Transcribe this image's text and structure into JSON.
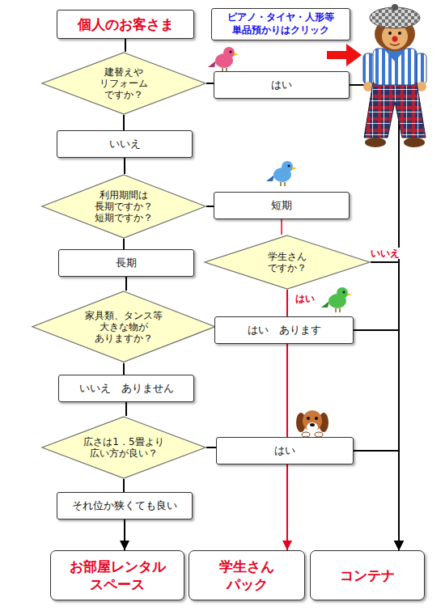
{
  "diagram": {
    "nodes": [
      {
        "text": [
          "個人のお客さま"
        ]
      },
      {
        "text": [
          "ピアノ・タイヤ・人形等 単品預かりはクリック"
        ]
      },
      {
        "text": [
          "建替えや リフォーム ですか？"
        ]
      },
      {
        "text": [
          "はい"
        ]
      },
      {
        "text": [
          "いいえ"
        ]
      },
      {
        "text": [
          "利用期間は 長期ですか？ 短期ですか？"
        ]
      },
      {
        "text": [
          "短期"
        ]
      },
      {
        "text": [
          "長期"
        ]
      },
      {
        "text": [
          "学生さん ですか？"
        ]
      },
      {
        "text": [
          "家具類、タンス等 大きな物が ありますか？"
        ]
      },
      {
        "text": [
          "はい　あります"
        ]
      },
      {
        "text": [
          "いいえ　ありません"
        ]
      },
      {
        "text": [
          "広さは1．5畳より 広い方が良い？"
        ]
      },
      {
        "text": [
          "はい"
        ]
      },
      {
        "text": [
          "それ位か狭くても良い"
        ]
      },
      {
        "text": [
          "お部屋レンタル スペース"
        ]
      },
      {
        "text": [
          "学生さん パック"
        ]
      },
      {
        "text": [
          "コンテナ"
        ]
      }
    ],
    "edges": [
      {
        "from": 0,
        "to": 2,
        "arrow": "none"
      },
      {
        "from": 2,
        "to": 3,
        "arrow": "none"
      },
      {
        "from": 3,
        "to": 17,
        "arrow": "to"
      },
      {
        "from": 2,
        "to": 4,
        "arrow": "none"
      },
      {
        "from": 4,
        "to": 5,
        "arrow": "none"
      },
      {
        "from": 5,
        "to": 6,
        "arrow": "none"
      },
      {
        "from": 6,
        "to": 8,
        "arrow": "none"
      },
      {
        "from": 8,
        "to": 17,
        "label": "いいえ",
        "arrow": "to"
      },
      {
        "from": 8,
        "to": 16,
        "label": "はい",
        "arrow": "to"
      },
      {
        "from": 5,
        "to": 7,
        "arrow": "none"
      },
      {
        "from": 7,
        "to": 9,
        "arrow": "none"
      },
      {
        "from": 9,
        "to": 10,
        "arrow": "none"
      },
      {
        "from": 10,
        "to": 17,
        "arrow": "to"
      },
      {
        "from": 9,
        "to": 11,
        "arrow": "none"
      },
      {
        "from": 11,
        "to": 12,
        "arrow": "none"
      },
      {
        "from": 12,
        "to": 13,
        "arrow": "none"
      },
      {
        "from": 13,
        "to": 17,
        "arrow": "to"
      },
      {
        "from": 12,
        "to": 14,
        "arrow": "none"
      },
      {
        "from": 14,
        "to": 15,
        "arrow": "to"
      }
    ]
  }
}
